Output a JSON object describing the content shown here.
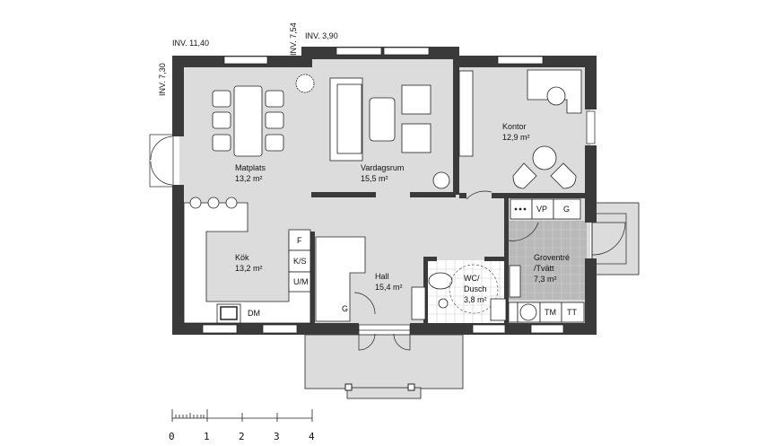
{
  "inventory_marks": [
    "INV. 11,40",
    "INV. 7,54",
    "INV. 3,90",
    "INV. 7,30"
  ],
  "rooms": [
    {
      "name": "Matplats",
      "area": "13,2 m²"
    },
    {
      "name": "Vardagsrum",
      "area": "15,5 m²"
    },
    {
      "name": "Kontor",
      "area": "12,9 m²"
    },
    {
      "name": "Kök",
      "area": "13,2 m²"
    },
    {
      "name": "Hall",
      "area": "15,4 m²"
    },
    {
      "name": "WC/",
      "name2": "Dusch",
      "area": "3,8 m²"
    },
    {
      "name": "Groventré",
      "name2": "/Tvätt",
      "area": "7,3 m²"
    }
  ],
  "fixtures": {
    "fridge": "F",
    "fridge_freezer": "K/S",
    "oven_micro": "U/M",
    "dishwasher": "DM",
    "wardrobe": "G",
    "water_heater": "VP",
    "closet": "G",
    "washer": "TM",
    "dryer": "TT"
  },
  "scale_bar": {
    "labels": [
      "0",
      "1",
      "2",
      "3",
      "4"
    ],
    "unit": "m"
  },
  "colors": {
    "wall": "#3a3a3a",
    "floor": "#dcdcdc",
    "utility_floor": "#b9b9b9"
  }
}
